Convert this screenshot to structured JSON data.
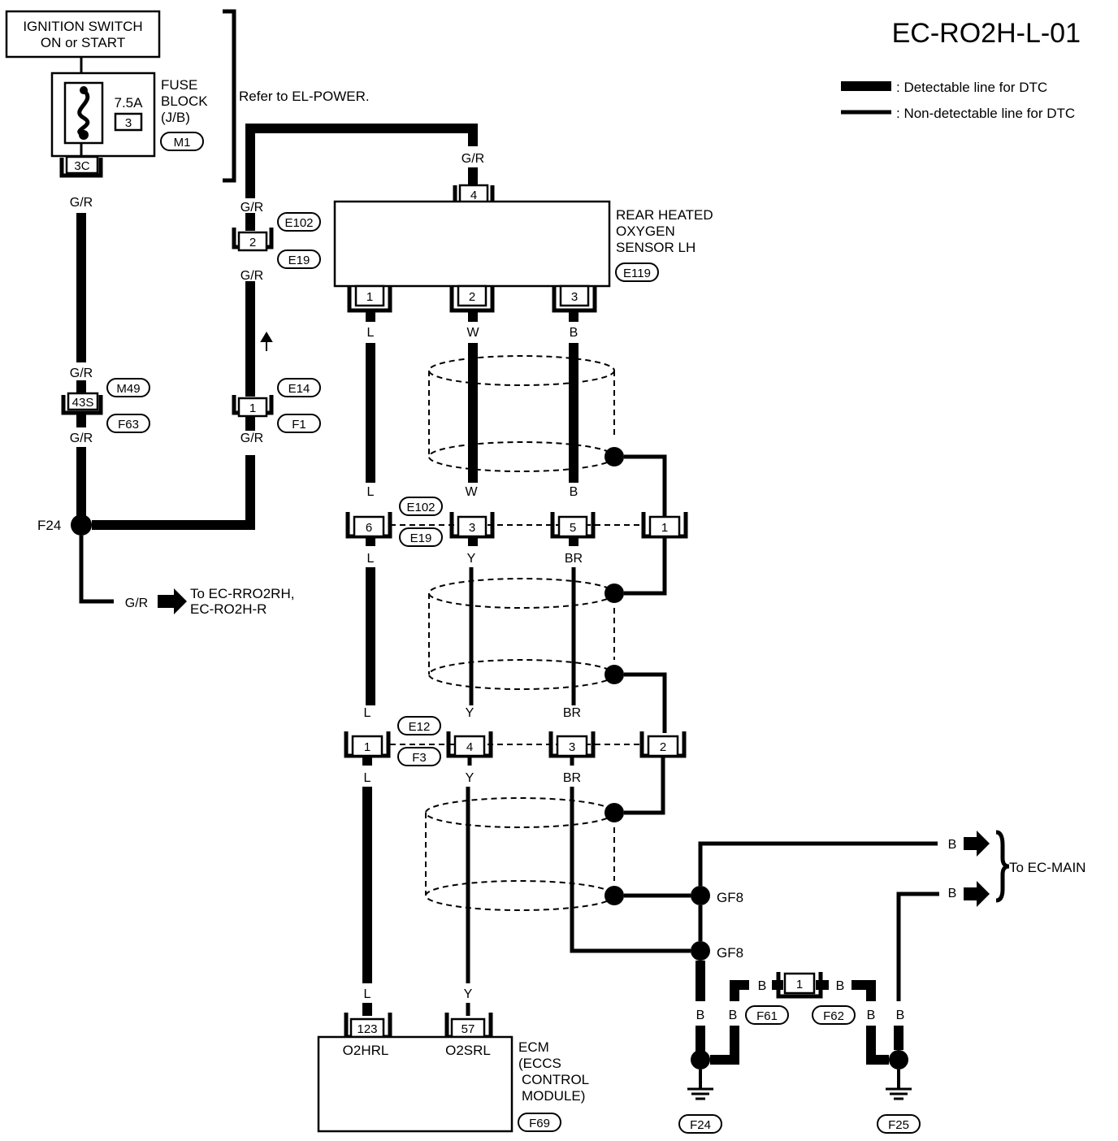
{
  "title": "EC-RO2H-L-01",
  "legend": {
    "detectable": ": Detectable line for DTC",
    "non_detectable": ": Non-detectable line for DTC"
  },
  "ignition": {
    "line1": "IGNITION SWITCH",
    "line2": "ON or START"
  },
  "fuse_block": {
    "l1": "FUSE",
    "l2": "BLOCK",
    "l3": "(J/B)",
    "amp": "7.5A",
    "fuse_no": "3",
    "code": "M1",
    "terminal": "3C"
  },
  "refer": "Refer to EL-POWER.",
  "sensor": {
    "l1": "REAR HEATED",
    "l2": "OXYGEN",
    "l3": "SENSOR LH",
    "code": "E119",
    "pin_power": "4",
    "pin1": "1",
    "pin2": "2",
    "pin3": "3"
  },
  "wire_colors": {
    "gr": "G/R",
    "l": "L",
    "w": "W",
    "b": "B",
    "y": "Y",
    "br": "BR"
  },
  "connectors": {
    "e102": "E102",
    "e19": "E19",
    "e14": "E14",
    "f1": "F1",
    "m49": "M49",
    "f63": "F63",
    "e12": "E12",
    "f3": "F3",
    "f61": "F61",
    "f62": "F62",
    "f69": "F69",
    "f24": "F24",
    "f25": "F25"
  },
  "pins": {
    "p2": "2",
    "p1": "1",
    "p43s": "43S",
    "p6": "6",
    "p3": "3",
    "p5": "5",
    "p1b": "1",
    "p1c": "1",
    "p4": "4",
    "p3b": "3",
    "p2b": "2",
    "p123": "123",
    "p57": "57",
    "pgnd": "1"
  },
  "nodes": {
    "f24": "F24",
    "gf8": "GF8"
  },
  "to_ec_rro2rh": {
    "l1": "To EC-RRO2RH,",
    "l2": "EC-RO2H-R"
  },
  "to_ec_main": "To EC-MAIN",
  "ecm": {
    "pin_a": "O2HRL",
    "pin_b": "O2SRL",
    "l1": "ECM",
    "l2": "(ECCS",
    "l3": "CONTROL",
    "l4": "MODULE)",
    "code": "F69"
  }
}
